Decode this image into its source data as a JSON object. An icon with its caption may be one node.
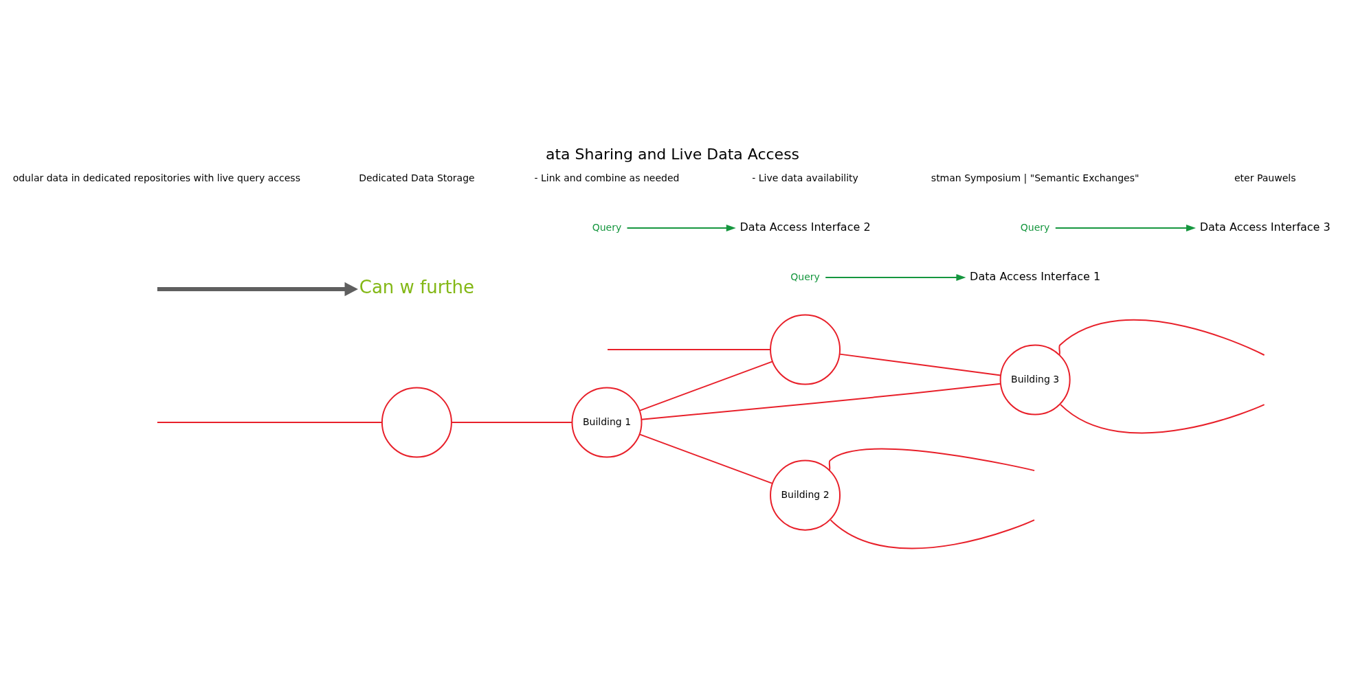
{
  "diagram": {
    "title": "ata Sharing and Live Data Access",
    "nodes": [
      {
        "text": [
          "Building 2"
        ]
      },
      {
        "text": [],
        "shape": "circle"
      },
      {
        "text": [
          "Building 1"
        ]
      },
      {
        "text": [],
        "shape": "circle"
      },
      {
        "text": [
          "Building 3"
        ]
      },
      {
        "text": [
          "Query"
        ]
      },
      {
        "text": [
          "Query"
        ]
      },
      {
        "text": [
          "Query"
        ]
      },
      {
        "text": [
          "Data Access Interface 1"
        ]
      },
      {
        "text": [
          "Data Access Interface 2"
        ]
      },
      {
        "text": [
          "Data Access Interface 3"
        ]
      },
      {
        "text": [
          "Can w furthe"
        ]
      }
    ],
    "edges": [
      {
        "from": null,
        "to": 1,
        "arrow": "none"
      },
      {
        "from": 1,
        "to": 2,
        "arrow": "none"
      },
      {
        "from": 2,
        "to": 0,
        "arrow": "none"
      },
      {
        "from": 2,
        "to": 3,
        "arrow": "none"
      },
      {
        "from": 3,
        "to": 4,
        "arrow": "none"
      },
      {
        "from": 2,
        "to": 4,
        "arrow": "none"
      },
      {
        "from": 0,
        "to": null,
        "arrow": "none"
      },
      {
        "from": 0,
        "to": null,
        "arrow": "none"
      },
      {
        "from": null,
        "to": 3,
        "arrow": "none"
      },
      {
        "from": 4,
        "to": null,
        "arrow": "none"
      },
      {
        "from": 4,
        "to": null,
        "arrow": "none"
      },
      {
        "from": 5,
        "to": 8,
        "arrow": "to",
        "color": "#15963e"
      },
      {
        "from": 6,
        "to": 9,
        "arrow": "to",
        "color": "#15963e"
      },
      {
        "from": 7,
        "to": 10,
        "arrow": "to",
        "color": "#15963e"
      },
      {
        "from": null,
        "to": 11,
        "arrow": "to",
        "style": "thick",
        "color": "#5f5f5f"
      }
    ],
    "labels": [
      "odular data in dedicated repositories with live query access",
      "Dedicated Data Storage",
      "- Link and combine as needed",
      "- Live data availability",
      "stman Symposium | \"Semantic Exchanges\"",
      "eter Pauwels"
    ]
  }
}
